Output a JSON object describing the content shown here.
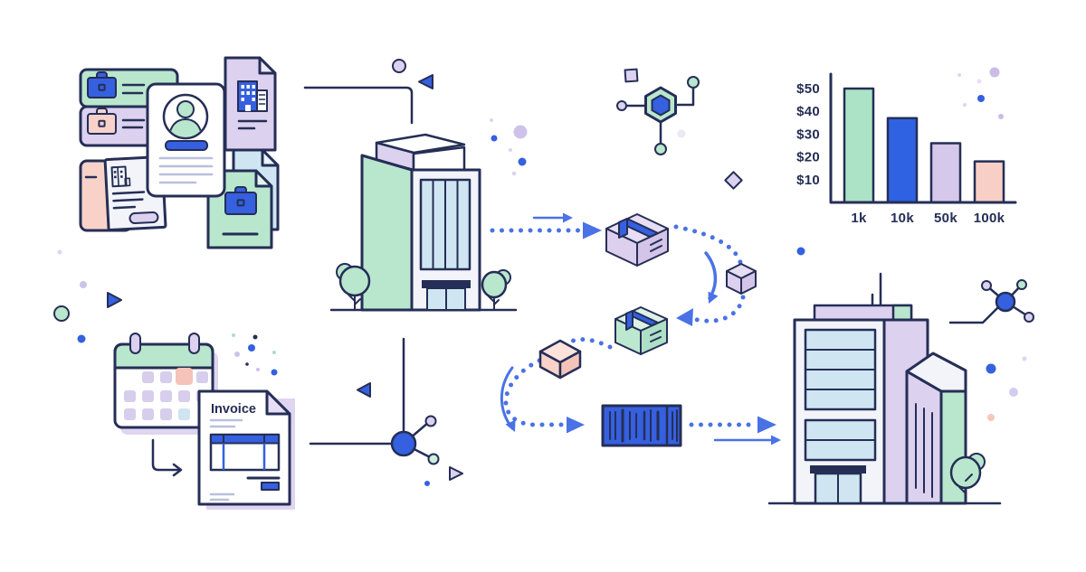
{
  "palette": {
    "navy": "#252e56",
    "blue": "#3560df",
    "arrow": "#4a72e6",
    "mint": "#b9e7cd",
    "lavender": "#dcd1ef",
    "pink": "#f8d2c9",
    "lightblue": "#cfe6f2",
    "linegray": "#b7c0dc",
    "paper": "#ffffff"
  },
  "invoice": {
    "title": "Invoice"
  },
  "chart_data": {
    "type": "bar",
    "title": "",
    "xlabel": "",
    "ylabel": "",
    "categories": [
      "1k",
      "10k",
      "50k",
      "100k"
    ],
    "values": [
      50,
      37,
      26,
      18
    ],
    "bar_colors": [
      "#ace3c6",
      "#2f62e2",
      "#d6c8ea",
      "#f8cfc6"
    ],
    "yticks": [
      50,
      40,
      30,
      20,
      10
    ],
    "ytick_labels": [
      "$50",
      "$40",
      "$30",
      "$20",
      "$10"
    ],
    "ylim": [
      0,
      56
    ],
    "grid": false,
    "legend": false
  },
  "icons": [
    "briefcase-icon",
    "avatar-icon",
    "building-icon",
    "document-icon",
    "calendar-icon",
    "invoice-icon",
    "package-box-icon",
    "cube-icon",
    "barcode-icon",
    "bar-chart-icon",
    "hexagon-network-icon",
    "molecule-icon",
    "tree-icon",
    "arrow-icon"
  ]
}
